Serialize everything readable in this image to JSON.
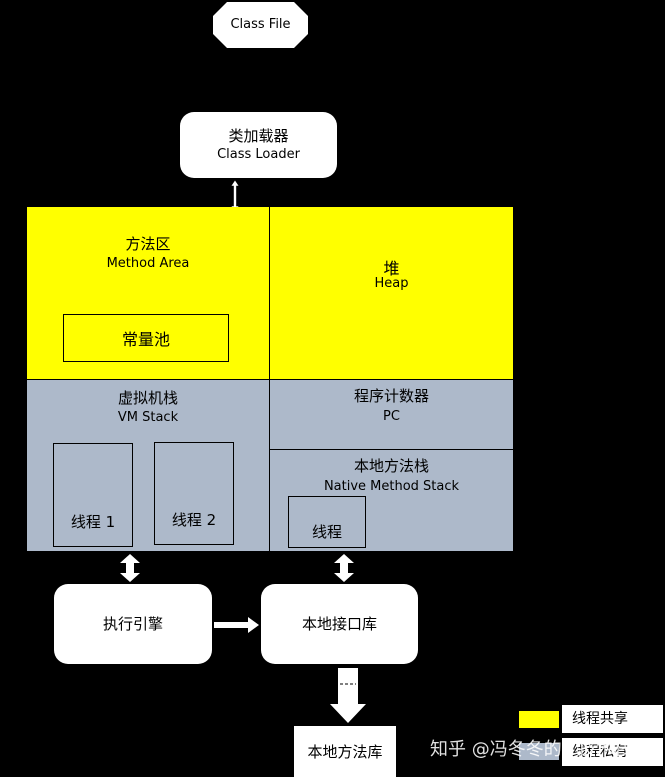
{
  "class_file": {
    "label": "Class File"
  },
  "class_loader": {
    "title_cn": "类加载器",
    "title_en": "Class Loader"
  },
  "method_area": {
    "title_cn": "方法区",
    "title_en": "Method Area",
    "constant_pool": "常量池"
  },
  "heap": {
    "title_cn": "堆",
    "title_en": "Heap"
  },
  "vm_stack": {
    "title_cn": "虚拟机栈",
    "title_en": "VM Stack",
    "thread_1": "线程 1",
    "thread_2": "线程 2"
  },
  "pc": {
    "title_cn": "程序计数器",
    "title_en": "PC"
  },
  "native_stack": {
    "title_cn": "本地方法栈",
    "title_en": "Native Method Stack",
    "thread": "线程"
  },
  "execution_engine": {
    "label": "执行引擎"
  },
  "native_interface": {
    "label": "本地接口库"
  },
  "native_library": {
    "label": "本地方法库"
  },
  "legend": {
    "shared": "线程共享",
    "private": "线程私有"
  },
  "watermark": {
    "text": "知乎 @冯冬冬的IT技术栈"
  },
  "colors": {
    "shared": "#ffff00",
    "private": "#adb9ca",
    "background": "#000000",
    "box": "#ffffff"
  }
}
